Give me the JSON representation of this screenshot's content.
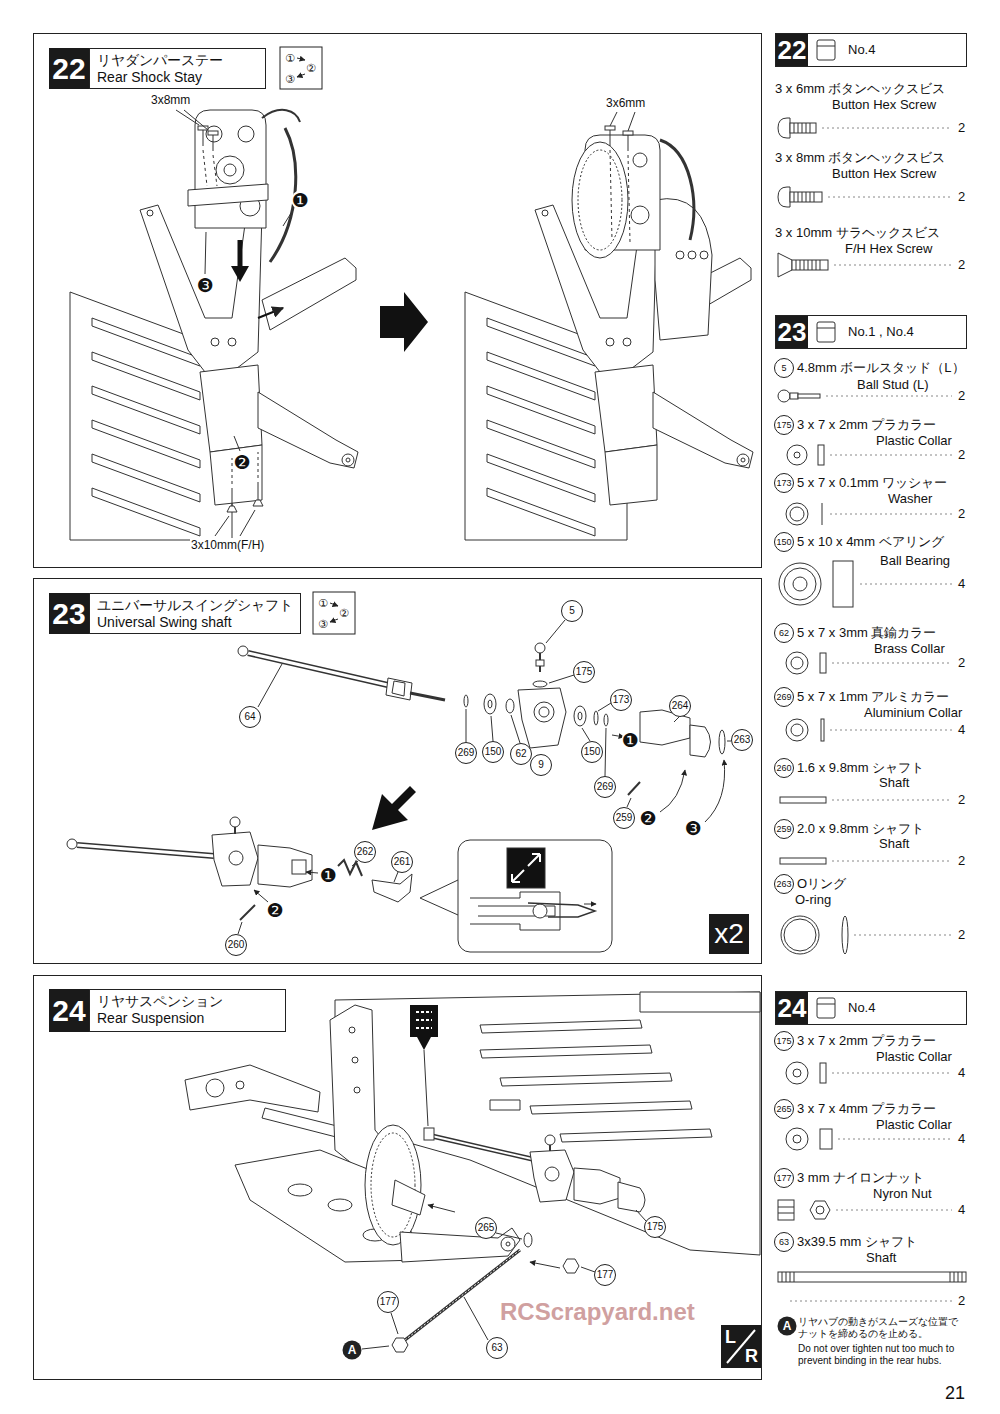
{
  "diagram": {
    "nodes": [
      {
        "text": [
          "22",
          "リヤダンパーステー",
          "Rear Shock Stay"
        ]
      },
      {
        "text": [
          "22",
          "No.4"
        ]
      },
      {
        "text": [
          "23",
          "ユニバーサルスイングシャフト",
          "Universal Swing shaft"
        ]
      },
      {
        "text": [
          "x2"
        ],
        "in": 2
      },
      {
        "text": [
          "23",
          "No.1 , No.4"
        ]
      },
      {
        "text": [
          "24",
          "リヤサスペンション",
          "Rear Suspension"
        ]
      },
      {
        "text": [
          "L",
          "R"
        ],
        "in": 5
      },
      {
        "text": [
          "24",
          "No.4"
        ]
      }
    ],
    "labels": [
      "①",
      "②",
      "③",
      "3x8mm",
      "❶",
      "❸",
      "❷",
      "3x10mm(F/H)",
      "3x6mm",
      "3 x 6mm ボタンヘックスビス",
      "Button Hex Screw",
      "2",
      "3 x 8mm ボタンヘックスビス",
      "Button Hex Screw",
      "2",
      "3 x 10mm サラヘックスビス",
      "F/H Hex Screw",
      "2",
      "①",
      "②",
      "③",
      "5",
      "175",
      "173",
      "264",
      "263",
      "64",
      "269",
      "150",
      "62",
      "9",
      "150",
      "269",
      "❶",
      "259",
      "❷",
      "❸",
      "262",
      "261",
      "❶",
      "❷",
      "260",
      "5",
      "4.8mm ボールスタッド（L）",
      "Ball Stud (L)",
      "2",
      "175",
      "3 x 7 x 2mm プラカラー",
      "Plastic Collar",
      "2",
      "173",
      "5 x 7 x 0.1mm ワッシャー",
      "Washer",
      "2",
      "150",
      "5 x 10 x 4mm ベアリング",
      "Ball Bearing",
      "4",
      "62",
      "5 x 7 x 3mm 真鍮カラー",
      "Brass Collar",
      "2",
      "269",
      "5 x 7 x 1mm アルミカラー",
      "Aluminium Collar",
      "4",
      "260",
      "1.6 x 9.8mm シャフト",
      "Shaft",
      "2",
      "259",
      "2.0 x 9.8mm シャフト",
      "Shaft",
      "2",
      "263",
      "Oリング",
      "O-ring",
      "2",
      "265",
      "175",
      "177",
      "177",
      "A",
      "63",
      "175",
      "3 x 7 x 2mm プラカラー",
      "Plastic Collar",
      "4",
      "265",
      "3 x 7 x 4mm プラカラー",
      "Plastic Collar",
      "4",
      "177",
      "3 mm ナイロンナット",
      "Nyron Nut",
      "4",
      "63",
      "3x39.5 mm シャフト",
      "Shaft",
      "2",
      "A",
      "リヤハブの動きがスムーズな位置でナットを締めるのを止める。",
      "Do not over tighten nut too much to prevent binding in the rear hubs.",
      "RCScrapyard.net",
      "21"
    ]
  }
}
